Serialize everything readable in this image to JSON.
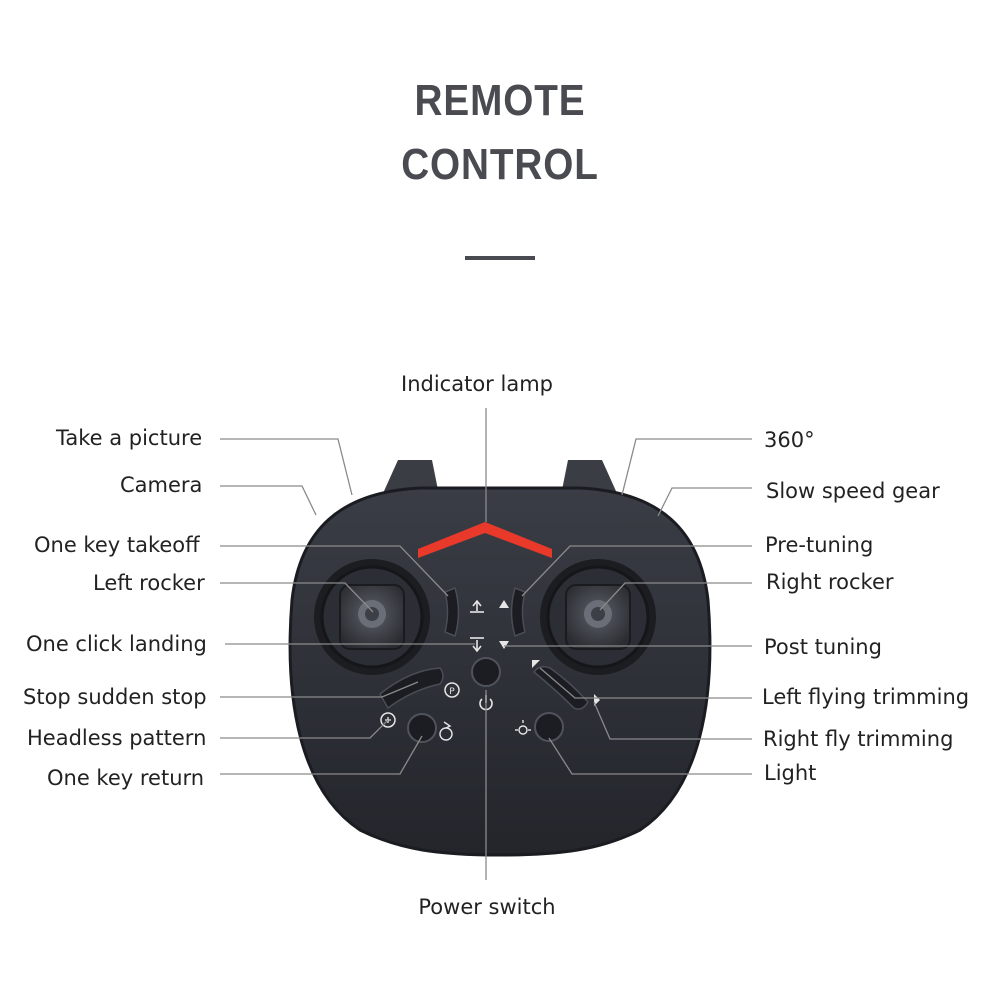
{
  "title": {
    "line1": "REMOTE",
    "line2": "CONTROL"
  },
  "labels": {
    "indicator_lamp": "Indicator lamp",
    "power_switch": "Power switch",
    "take_a_picture": "Take a picture",
    "camera": "Camera",
    "one_key_takeoff": "One key takeoff",
    "left_rocker": "Left rocker",
    "one_click_landing": "One click landing",
    "stop_sudden_stop": "Stop sudden stop",
    "headless_pattern": "Headless pattern",
    "one_key_return": "One key return",
    "rotate_360": "360°",
    "slow_speed_gear": "Slow speed gear",
    "pre_tuning": "Pre-tuning",
    "right_rocker": "Right rocker",
    "post_tuning": "Post tuning",
    "left_flying_trimming": "Left flying trimming",
    "right_fly_trimming": "Right fly trimming",
    "light": "Light"
  },
  "colors": {
    "body": "#2c2f36",
    "body_edge": "#1a1c21",
    "lamp": "#e8392b",
    "leader": "#8a8a8a",
    "title": "#4a4b50"
  },
  "icons": [
    "takeoff-icon",
    "landing-icon",
    "up-arrow-icon",
    "down-arrow-icon",
    "power-icon",
    "stop-icon",
    "headless-icon",
    "return-icon",
    "light-icon",
    "left-trim-icon",
    "right-trim-icon"
  ]
}
